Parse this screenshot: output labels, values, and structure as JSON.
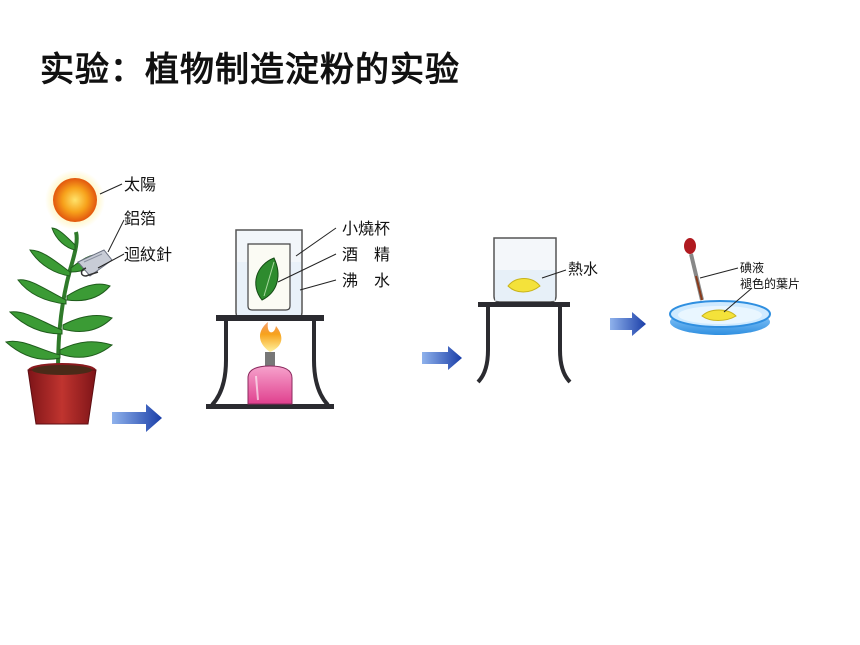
{
  "title": "实验：植物制造淀粉的实验",
  "step1": {
    "labels": [
      "太陽",
      "鋁箔",
      "迴紋針"
    ]
  },
  "step2": {
    "labels": [
      "小燒杯",
      "酒　精",
      "沸　水"
    ]
  },
  "step3": {
    "labels": [
      "熱水"
    ]
  },
  "step4": {
    "labels": [
      "碘液",
      "褪色的葉片"
    ]
  },
  "colors": {
    "arrow": "#1a3ea8",
    "sun": "#f39a12",
    "flame": "#f7a21b",
    "alcohol": "#e8509e",
    "pot": "#b02428",
    "leaf": "#2e8b2e",
    "yellow_leaf": "#f4e23a",
    "dish": "#2f8fe0"
  }
}
